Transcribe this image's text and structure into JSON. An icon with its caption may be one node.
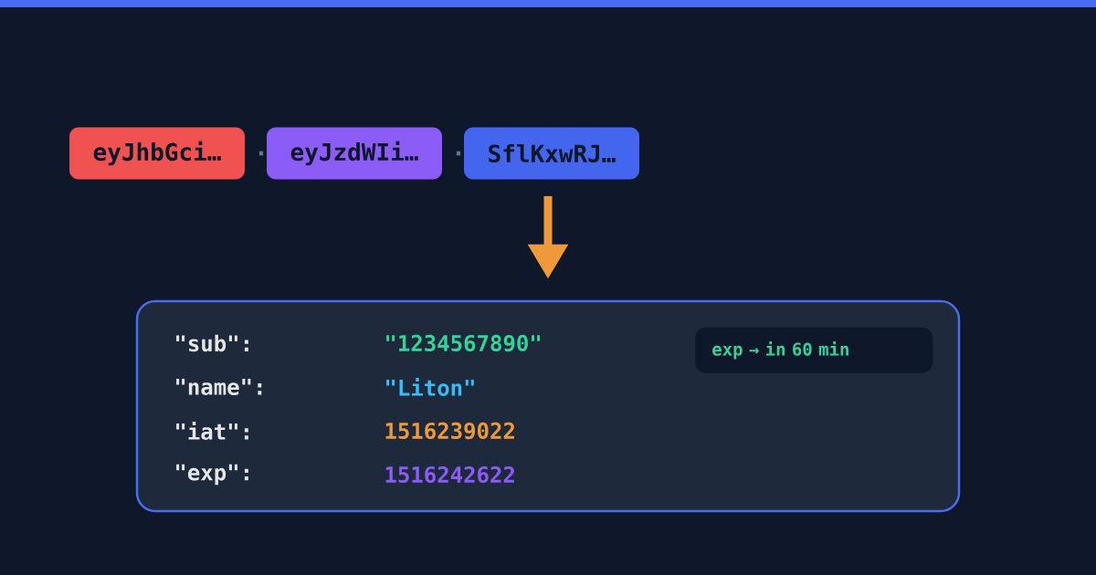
{
  "diagram": {
    "nodes": [
      {
        "text": [
          "eyJhbGci…"
        ]
      },
      {
        "text": [
          "eyJzdWIi…"
        ]
      },
      {
        "text": [
          "SflKxwRJ…"
        ]
      },
      {
        "text": [
          "\"sub\":",
          "\"1234567890\"",
          "\"name\":",
          "\"Liton\"",
          "\"iat\":",
          "1516239022",
          "\"exp\":",
          "1516242622"
        ]
      },
      {
        "text": [
          "exp → in 60 min"
        ],
        "in": 3
      }
    ],
    "edges": [
      {
        "from": 2,
        "to": 3,
        "arrow": "to"
      }
    ],
    "labels": [
      ".",
      "."
    ]
  }
}
